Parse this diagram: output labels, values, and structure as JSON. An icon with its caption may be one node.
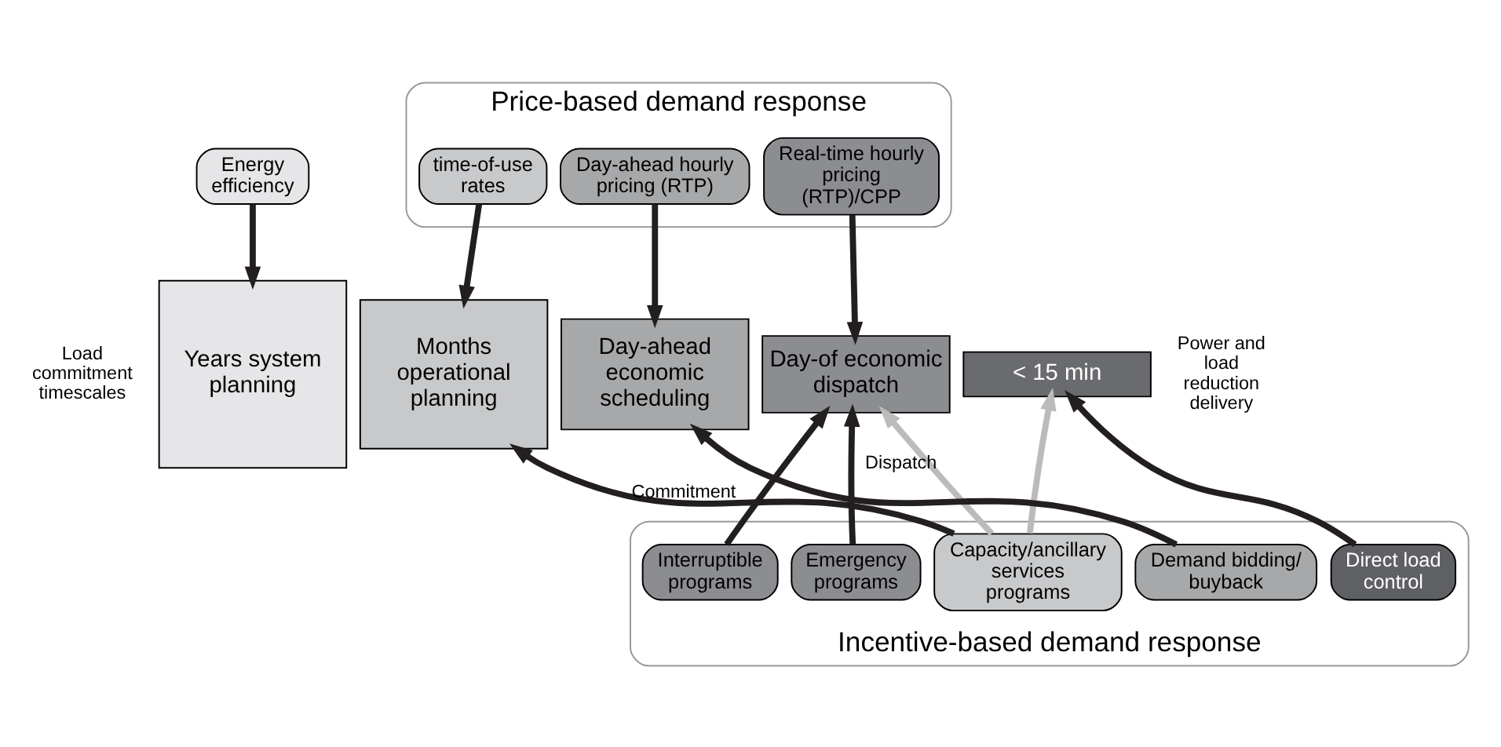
{
  "diagram": {
    "nodes": [
      {
        "text": [
          "Energy efficiency"
        ]
      },
      {
        "text": [
          "Price-based demand response"
        ]
      },
      {
        "text": [
          "time-of-use rates"
        ],
        "in": 1
      },
      {
        "text": [
          "Day-ahead hourly pricing (RTP)"
        ],
        "in": 1
      },
      {
        "text": [
          "Real-time hourly pricing (RTP)/CPP"
        ],
        "in": 1
      },
      {
        "text": [
          "Years system planning"
        ]
      },
      {
        "text": [
          "Months operational planning"
        ]
      },
      {
        "text": [
          "Day-ahead economic scheduling"
        ]
      },
      {
        "text": [
          "Day-of economic dispatch"
        ]
      },
      {
        "text": [
          "< 15 min"
        ]
      },
      {
        "text": [
          "Incentive-based demand response"
        ]
      },
      {
        "text": [
          "Capacity/ancillary services programs"
        ],
        "in": 10
      },
      {
        "text": [
          "Demand bidding/ buyback"
        ],
        "in": 10
      },
      {
        "text": [
          "Emergency programs"
        ],
        "in": 10
      },
      {
        "text": [
          "Interruptible programs"
        ],
        "in": 10
      },
      {
        "text": [
          "Direct load control"
        ],
        "in": 10
      }
    ],
    "edges": [
      {
        "from": 0,
        "to": 5,
        "arrow": "to"
      },
      {
        "from": 2,
        "to": 6,
        "arrow": "to"
      },
      {
        "from": 3,
        "to": 7,
        "arrow": "to"
      },
      {
        "from": 4,
        "to": 8,
        "arrow": "to"
      },
      {
        "from": 11,
        "to": 6,
        "arrow": "to",
        "label": "Commitment"
      },
      {
        "from": 11,
        "to": 8,
        "arrow": "to",
        "label": "Dispatch",
        "color": "#bbbbbb"
      },
      {
        "from": 11,
        "to": 9,
        "arrow": "to",
        "color": "#bbbbbb"
      },
      {
        "from": 12,
        "to": 7,
        "arrow": "to"
      },
      {
        "from": 13,
        "to": 8,
        "arrow": "to"
      },
      {
        "from": 14,
        "to": 8,
        "arrow": "to"
      },
      {
        "from": 15,
        "to": 9,
        "arrow": "to"
      }
    ],
    "labels": [
      "Load commitment timescales",
      "Power and load reduction delivery"
    ]
  }
}
